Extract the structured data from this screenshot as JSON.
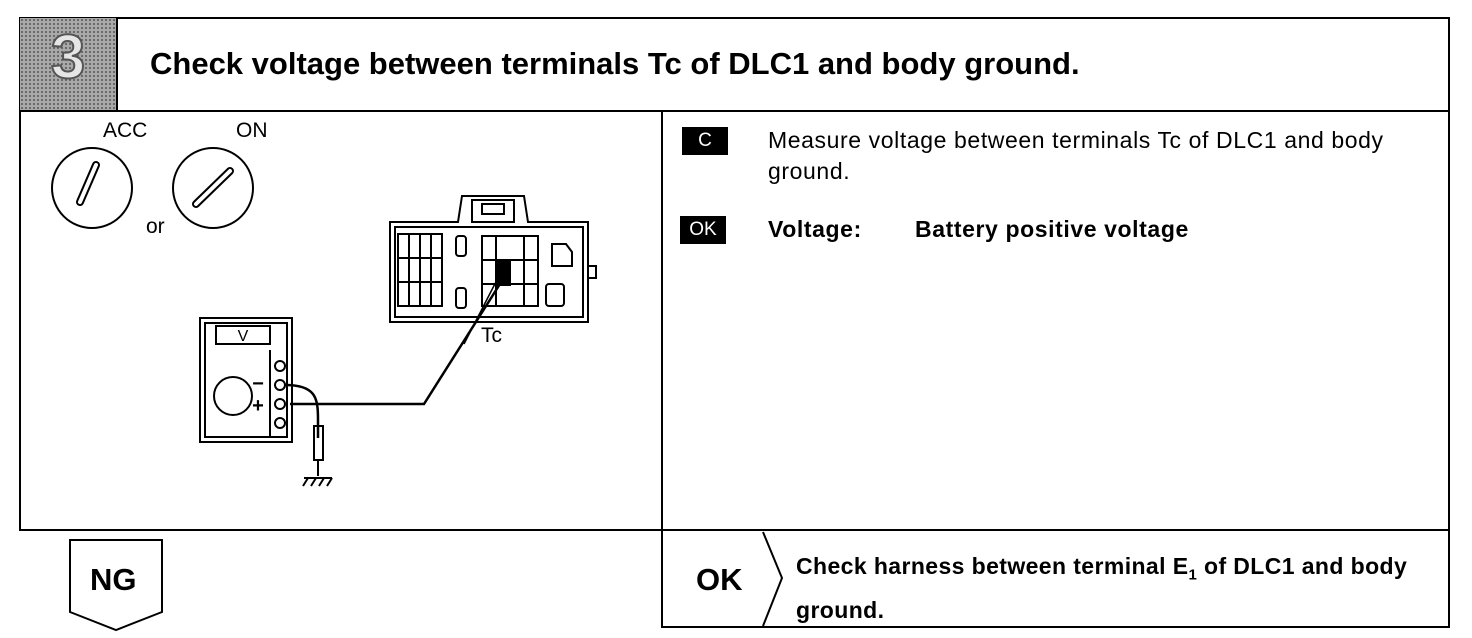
{
  "step": {
    "number": "3",
    "title": "Check voltage between terminals Tc of DLC1 and body ground."
  },
  "diagram": {
    "switch_acc_label": "ACC",
    "switch_on_label": "ON",
    "or_label": "or",
    "voltmeter_label": "V",
    "minus_label": "−",
    "plus_label": "+",
    "terminal_label": "Tc"
  },
  "procedure": {
    "c_badge": "C",
    "measure_text": "Measure voltage between terminals Tc of DLC1 and body ground.",
    "ok_badge": "OK",
    "voltage_label": "Voltage:",
    "voltage_value": "Battery positive voltage"
  },
  "result": {
    "ng_label": "NG",
    "ok_label": "OK",
    "ok_action_text": "Check harness between terminal E",
    "ok_action_subscript": "1",
    "ok_action_text_2": " of DLC1 and body ground."
  }
}
